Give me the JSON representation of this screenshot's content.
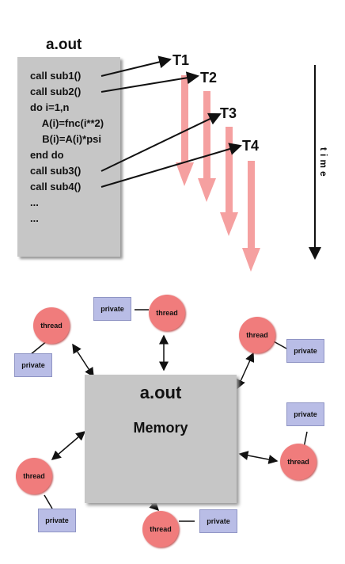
{
  "top": {
    "program": "a.out",
    "code_lines": [
      "call sub1()",
      "call sub2()",
      "do i=1,n",
      "  A(i)=fnc(i**2)",
      "  B(i)=A(i)*psi",
      "end do",
      "call sub3()",
      "call sub4()",
      "...",
      "..."
    ],
    "threads": [
      "T1",
      "T2",
      "T3",
      "T4"
    ],
    "time_label": "time"
  },
  "bottom": {
    "memory_title": "a.out",
    "memory_subtitle": "Memory",
    "thread_label": "thread",
    "private_label": "private"
  },
  "colors": {
    "code_box": "#c6c6c6",
    "thread_arrow": "#f5a0a0",
    "thread_node": "#f07c7c",
    "private_node": "#b9bde6"
  }
}
